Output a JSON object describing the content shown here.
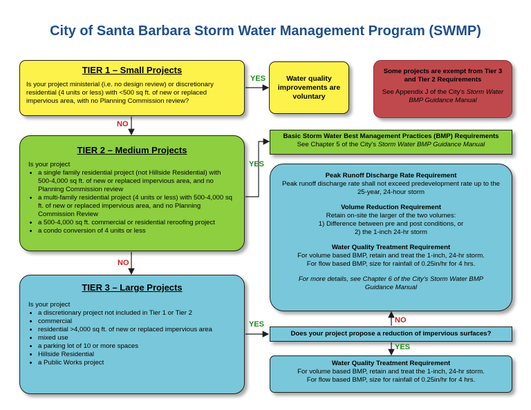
{
  "page": {
    "title": "City of Santa Barbara Storm Water Management Program (SWMP)"
  },
  "tier1": {
    "header": "TIER 1 – Small Projects",
    "question": "Is your project ministerial (i.e. no design review) or discretionary residential (4 units or less) with <500 sq ft. of new or replaced impervious area, with no Planning Commission review?"
  },
  "voluntary": {
    "text": "Water quality improvements are voluntary"
  },
  "exempt": {
    "line1": "Some projects are exempt from Tier 3 and Tier 2 Requirements",
    "line2_prefix": "See Appendix J of the City's ",
    "line2_italic": "Storm Water BMP Guidance Manual"
  },
  "tier2": {
    "header": "TIER 2 – Medium Projects",
    "intro": "Is your project",
    "items": [
      "a single family residential project (not Hillside Residential) with 500-4,000 sq ft. of new or replaced impervious area, and no Planning Commission review",
      "a multi-family residential project (4 units or less) with 500-4,000 sq ft. of new or replaced impervious area, and no Planning Commission Review",
      "a 500-4,000 sq ft. commercial or residential reroofing project",
      "a condo conversion of 4 units or less"
    ]
  },
  "bmp": {
    "title": "Basic Storm Water Best Management Practices (BMP) Requirements",
    "sub_prefix": "See Chapter 5 of the City's ",
    "sub_italic": "Storm Water BMP Guidance Manual"
  },
  "requirements": {
    "peak_title": "Peak Runoff Discharge Rate Requirement",
    "peak_text": "Peak runoff discharge rate shall not exceed predevelopment rate up to the 25-year, 24-hour storm",
    "volume_title": "Volume Reduction Requirement",
    "volume_text1": "Retain on-site the larger of the two volumes:",
    "volume_text2": "1) Difference between pre and post conditions, or",
    "volume_text3": "2) the 1-inch 24-hr storm",
    "wq_title": "Water Quality Treatment Requirement",
    "wq_text1": "For volume based BMP, retain and treat the 1-inch, 24-hr storm.",
    "wq_text2": "For flow based BMP, size for rainfall of 0.25in/hr for 4 hrs.",
    "details": "For more details, see Chapter 6 of the City's Storm Water BMP Guidance Manual"
  },
  "tier3": {
    "header": "TIER 3 – Large Projects",
    "intro": "Is your project",
    "items": [
      "a discretionary project not included in Tier 1 or Tier 2",
      "commercial",
      "residential >4,000 sq ft. of new or replaced impervious area",
      "mixed use",
      "a parking lot of 10 or more spaces",
      "Hillside Residential",
      "a Public Works project"
    ]
  },
  "question": {
    "text": "Does your project propose a reduction of impervious surfaces?"
  },
  "wq_box": {
    "title": "Water Quality Treatment Requirement",
    "text1": "For volume based BMP, retain and treat the 1-inch, 24-hr storm.",
    "text2": "For flow based BMP, size for rainfall of 0.25in/hr for 4 hrs."
  },
  "labels": {
    "yes": "YES",
    "no": "NO"
  },
  "colors": {
    "title": "#1f4e8c",
    "yellow": "#fdf24a",
    "green": "#8dcf3f",
    "blue": "#79c7da",
    "red": "#c0494d",
    "yes": "#1e8a1e",
    "no": "#d11d1d"
  }
}
